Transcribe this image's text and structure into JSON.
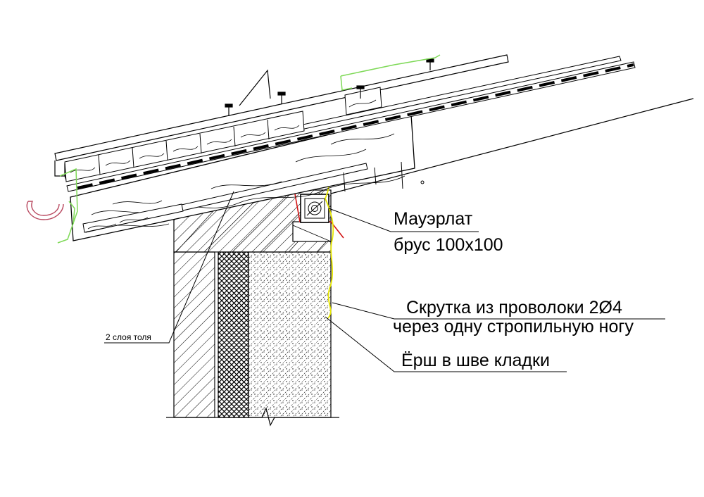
{
  "labels": {
    "mauerlat": "Мауэрлат",
    "beam_size": "брус 100х100",
    "wire_twist_line1": "Скрутка из проволоки 2Ø4",
    "wire_twist_line2": "через одну стропильную ногу",
    "ruff": "Ёрш в шве кладки",
    "roofing_felt": "2 слоя толя"
  },
  "colors": {
    "background": "#ffffff",
    "lines": "#000000",
    "waterproofing": "#d21414",
    "membrane": "#7ed957",
    "wire": "#e6e600",
    "gutter": "#b8475e"
  }
}
